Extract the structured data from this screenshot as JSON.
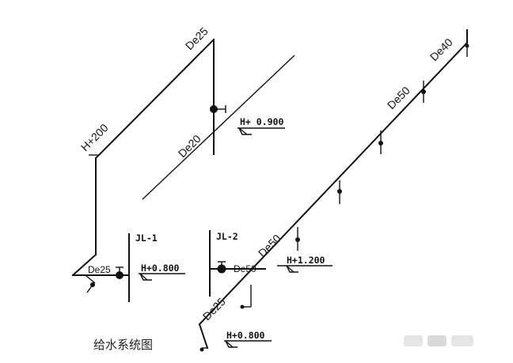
{
  "pipe_labels": {
    "de25_top": "De25",
    "de20": "De20",
    "h200": "H+200",
    "de40": "De40",
    "de50_upper": "De50",
    "de50_lower": "De50",
    "de25_low": "De25",
    "de25_left": "De25",
    "de50_mid": "De50"
  },
  "risers": {
    "jl1": "JL-1",
    "jl2": "JL-2"
  },
  "elevations": {
    "h0900": "H+ 0.900",
    "h0800_left": "H+0.800",
    "h1200": "H+1.200",
    "h0800_bottom": "H+0.800"
  },
  "caption": "给水系统图"
}
